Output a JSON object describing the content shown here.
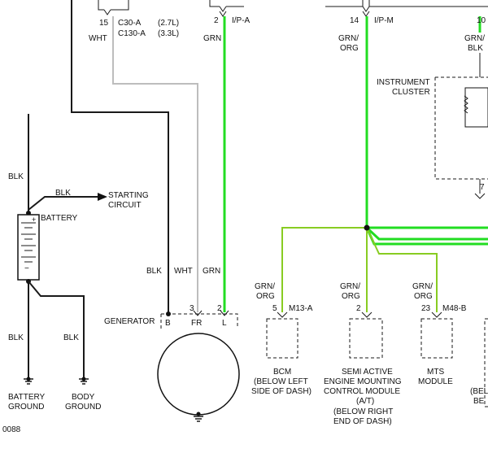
{
  "connectors": {
    "c30_pin": "15",
    "c30_a": "C30-A",
    "c130_a": "C130-A",
    "c30_engine": "(2.7L)",
    "c130_engine": "(3.3L)",
    "ip_a_pin": "2",
    "ip_a": "I/P-A",
    "ip_m_pin": "14",
    "ip_m": "I/P-M",
    "right_pin": "10"
  },
  "wires": {
    "wht_top": "WHT",
    "grn_top": "GRN",
    "grn_org_top_1": "GRN/",
    "grn_org_top_2": "ORG",
    "grn_blk_1": "GRN/",
    "grn_blk_2": "BLK",
    "blk_battery_top": "BLK",
    "blk_starting": "BLK",
    "blk_gen": "BLK",
    "wht_gen": "WHT",
    "grn_gen": "GRN",
    "blk_ground_left": "BLK",
    "blk_ground_right": "BLK"
  },
  "components": {
    "battery": "BATTERY",
    "battery_plus": "+",
    "battery_minus": "−",
    "starting_1": "STARTING",
    "starting_2": "CIRCUIT",
    "generator": "GENERATOR",
    "gen_b": "B",
    "gen_fr": "FR",
    "gen_l": "L",
    "gen_fr_pin": "3",
    "gen_l_pin": "2",
    "cluster_1": "INSTRUMENT",
    "cluster_2": "CLUSTER",
    "cluster_pin": "7",
    "battery_ground_1": "BATTERY",
    "battery_ground_2": "GROUND",
    "body_ground_1": "BODY",
    "body_ground_2": "GROUND",
    "bcm_wire_1": "GRN/",
    "bcm_wire_2": "ORG",
    "bcm_pin": "5",
    "bcm_conn": "M13-A",
    "bcm_1": "BCM",
    "bcm_2": "(BELOW LEFT",
    "bcm_3": "SIDE OF DASH)",
    "semi_wire_1": "GRN/",
    "semi_wire_2": "ORG",
    "semi_pin": "2",
    "semi_1": "SEMI ACTIVE",
    "semi_2": "ENGINE MOUNTING",
    "semi_3": "CONTROL MODULE",
    "semi_4": "(A/T)",
    "semi_5": "(BELOW RIGHT",
    "semi_6": "END OF DASH)",
    "mts_wire_1": "GRN/",
    "mts_wire_2": "ORG",
    "mts_pin": "23",
    "mts_conn": "M48-B",
    "mts_1": "MTS",
    "mts_2": "MODULE",
    "cut_1": "(BEL",
    "cut_2": "BE"
  },
  "figure_id": "0088",
  "colors": {
    "blk": "#1a1a1a",
    "wht": "#bdbdbd",
    "grn": "#22dd22",
    "grn_org": "#88cc22"
  }
}
